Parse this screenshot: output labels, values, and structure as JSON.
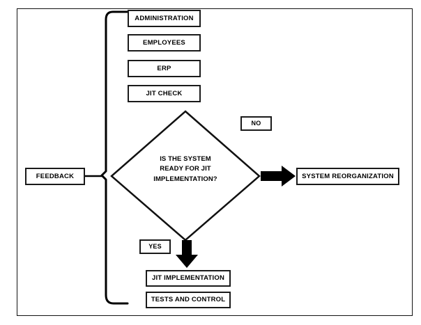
{
  "diagram": {
    "title": "JIT Implementation Decision Flowchart",
    "type": "flowchart",
    "frame_color": "#111111",
    "node_border_color": "#1a1a1a",
    "arrow_color": "#000000",
    "background": "#ffffff"
  },
  "nodes": {
    "administration": "ADMINISTRATION",
    "employees": "EMPLOYEES",
    "erp": "ERP",
    "jit_check": "JIT CHECK",
    "feedback": "FEEDBACK",
    "no_label": "NO",
    "yes_label": "YES",
    "system_reorganization": "SYSTEM REORGANIZATION",
    "jit_implementation": "JIT IMPLEMENTATION",
    "tests_and_control": "TESTS AND CONTROL"
  },
  "decision": {
    "line1": "IS THE SYSTEM",
    "line2": "READY FOR JIT",
    "line3": "IMPLEMENTATION?"
  }
}
